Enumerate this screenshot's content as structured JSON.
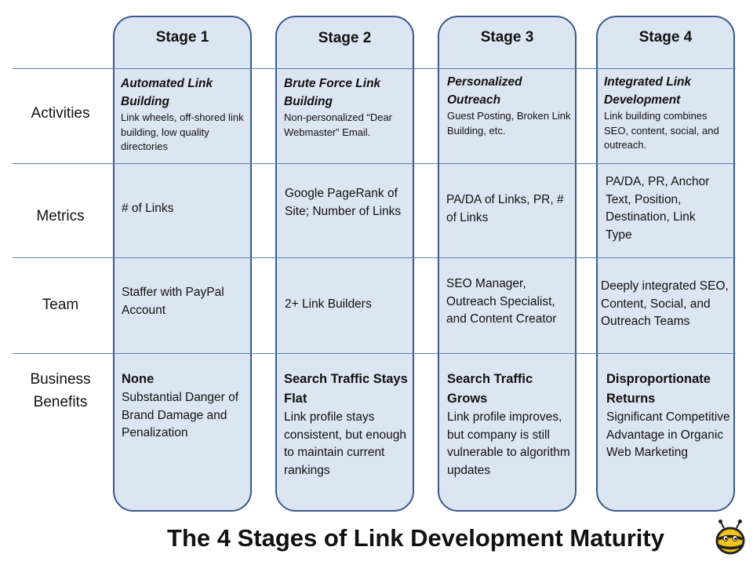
{
  "title": "The 4 Stages of Link Development Maturity",
  "row_labels": [
    "Activities",
    "Metrics",
    "Team",
    "Business Benefits"
  ],
  "stages": [
    {
      "name": "Stage 1",
      "activity_title": "Automated Link Building",
      "activity_desc": "Link wheels, off-shored link building, low quality directories",
      "metrics": "# of Links",
      "team": "Staffer with PayPal Account",
      "benefit_title": "None",
      "benefit_desc": "Substantial Danger of Brand Damage and Penalization"
    },
    {
      "name": "Stage 2",
      "activity_title": "Brute Force Link Building",
      "activity_desc": "Non-personalized “Dear Webmaster” Email.",
      "metrics": "Google PageRank of Site; Number of Links",
      "team": "2+ Link Builders",
      "benefit_title": "Search Traffic Stays Flat",
      "benefit_desc": "Link profile stays consistent, but enough to maintain current rankings"
    },
    {
      "name": "Stage 3",
      "activity_title": "Personalized Outreach",
      "activity_desc": "Guest Posting, Broken Link Building, etc.",
      "metrics": "PA/DA of Links, PR, # of Links",
      "team": "SEO Manager, Outreach Specialist, and Content Creator",
      "benefit_title": "Search Traffic Grows",
      "benefit_desc": "Link profile improves, but company is still vulnerable to algorithm updates"
    },
    {
      "name": "Stage 4",
      "activity_title": "Integrated Link Development",
      "activity_desc": "Link building combines SEO, content, social, and outreach.",
      "metrics": "PA/DA, PR, Anchor Text, Position, Destination, Link Type",
      "team": "Deeply integrated SEO, Content, Social, and Outreach Teams",
      "benefit_title": "Disproportionate Returns",
      "benefit_desc": "Significant Competitive Advantage in Organic Web Marketing"
    }
  ],
  "colors": {
    "column_fill": "#dce6f2",
    "column_border": "#3a5a8c",
    "row_line": "#5b7fb4"
  },
  "logo_icon": "bee-icon"
}
